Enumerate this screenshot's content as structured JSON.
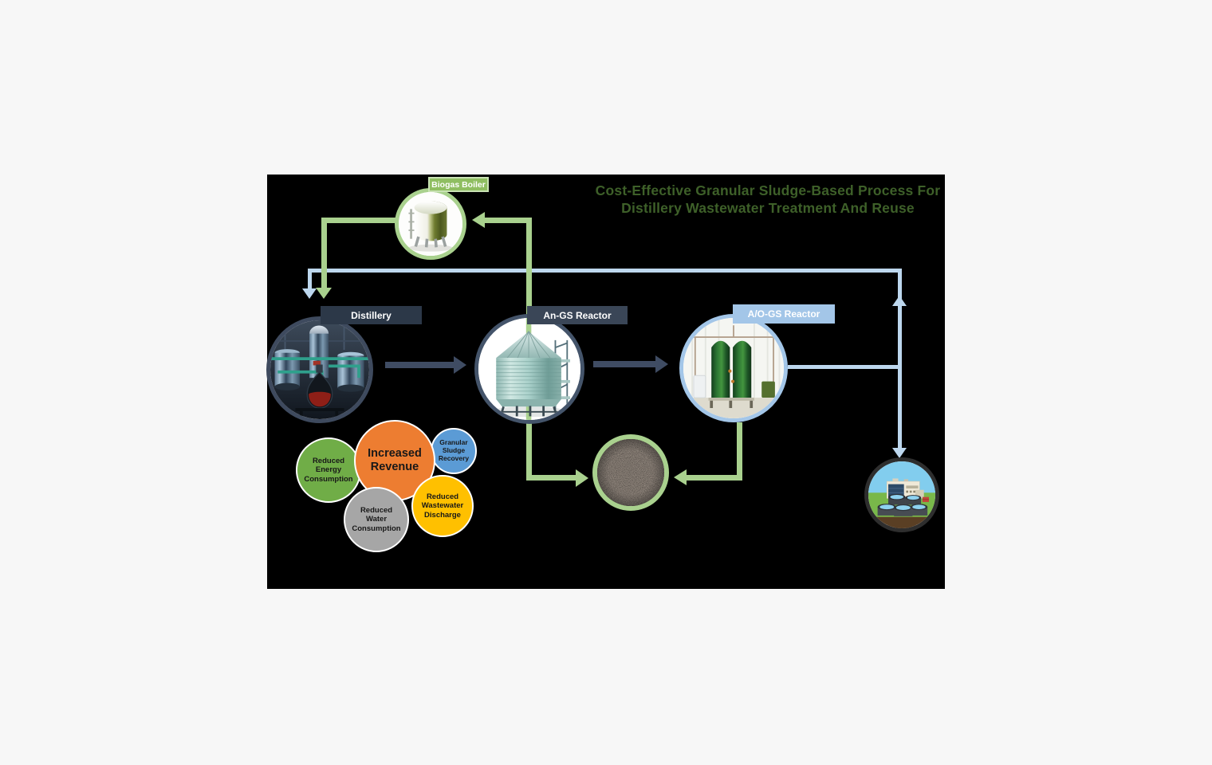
{
  "page": {
    "background": "#F7F7F7",
    "canvas_background": "#000000"
  },
  "title": {
    "line1": "Cost-Effective Granular Sludge-Based Process For",
    "line2": "Distillery Wastewater Treatment And Reuse",
    "color": "#3E6029"
  },
  "nodes": {
    "biogas_boiler": {
      "label": "Biogas Boiler",
      "label_bg": "#8FBE61",
      "ring_color": "#A9D18E",
      "image": "biogas-boiler-tank-photo"
    },
    "distillery": {
      "label": "Distillery",
      "label_bg": "#2C3848",
      "ring_color": "#3E4A5E",
      "image": "distillery-equipment-photo"
    },
    "an_gs_reactor": {
      "label": "An-GS Reactor",
      "label_bg": "#3A4657",
      "ring_color": "#44546A",
      "image": "an-gs-silo-photo"
    },
    "ao_gs_reactor": {
      "label": "A/O-GS Reactor",
      "label_bg": "#A3C6E8",
      "ring_color": "#A3C6E8",
      "image": "ao-gs-green-tanks-photo"
    },
    "granular_sludge": {
      "ring_color": "#A9D18E",
      "image": "granular-sludge-photo"
    },
    "treatment_plant": {
      "ring_color": "#2E2E2E",
      "image": "wastewater-treatment-plant-illustration"
    }
  },
  "venn": {
    "increased_revenue": {
      "label": "Increased Revenue",
      "color": "#ED7D31"
    },
    "reduced_energy": {
      "label": "Reduced Energy Consumption",
      "color": "#70AD47"
    },
    "granular_sludge_recovery": {
      "label": "Granular Sludge Recovery",
      "color": "#5B9BD5"
    },
    "reduced_wastewater": {
      "label": "Reduced Wastewater Discharge",
      "color": "#FFC000"
    },
    "reduced_water": {
      "label": "Reduced Water Consumption",
      "color": "#A6A6A6"
    }
  },
  "flows": {
    "biogas_line_color": "#A9D18E",
    "recycle_line_color": "#BDD7EE",
    "process_arrow_color": "#3F4C63"
  }
}
